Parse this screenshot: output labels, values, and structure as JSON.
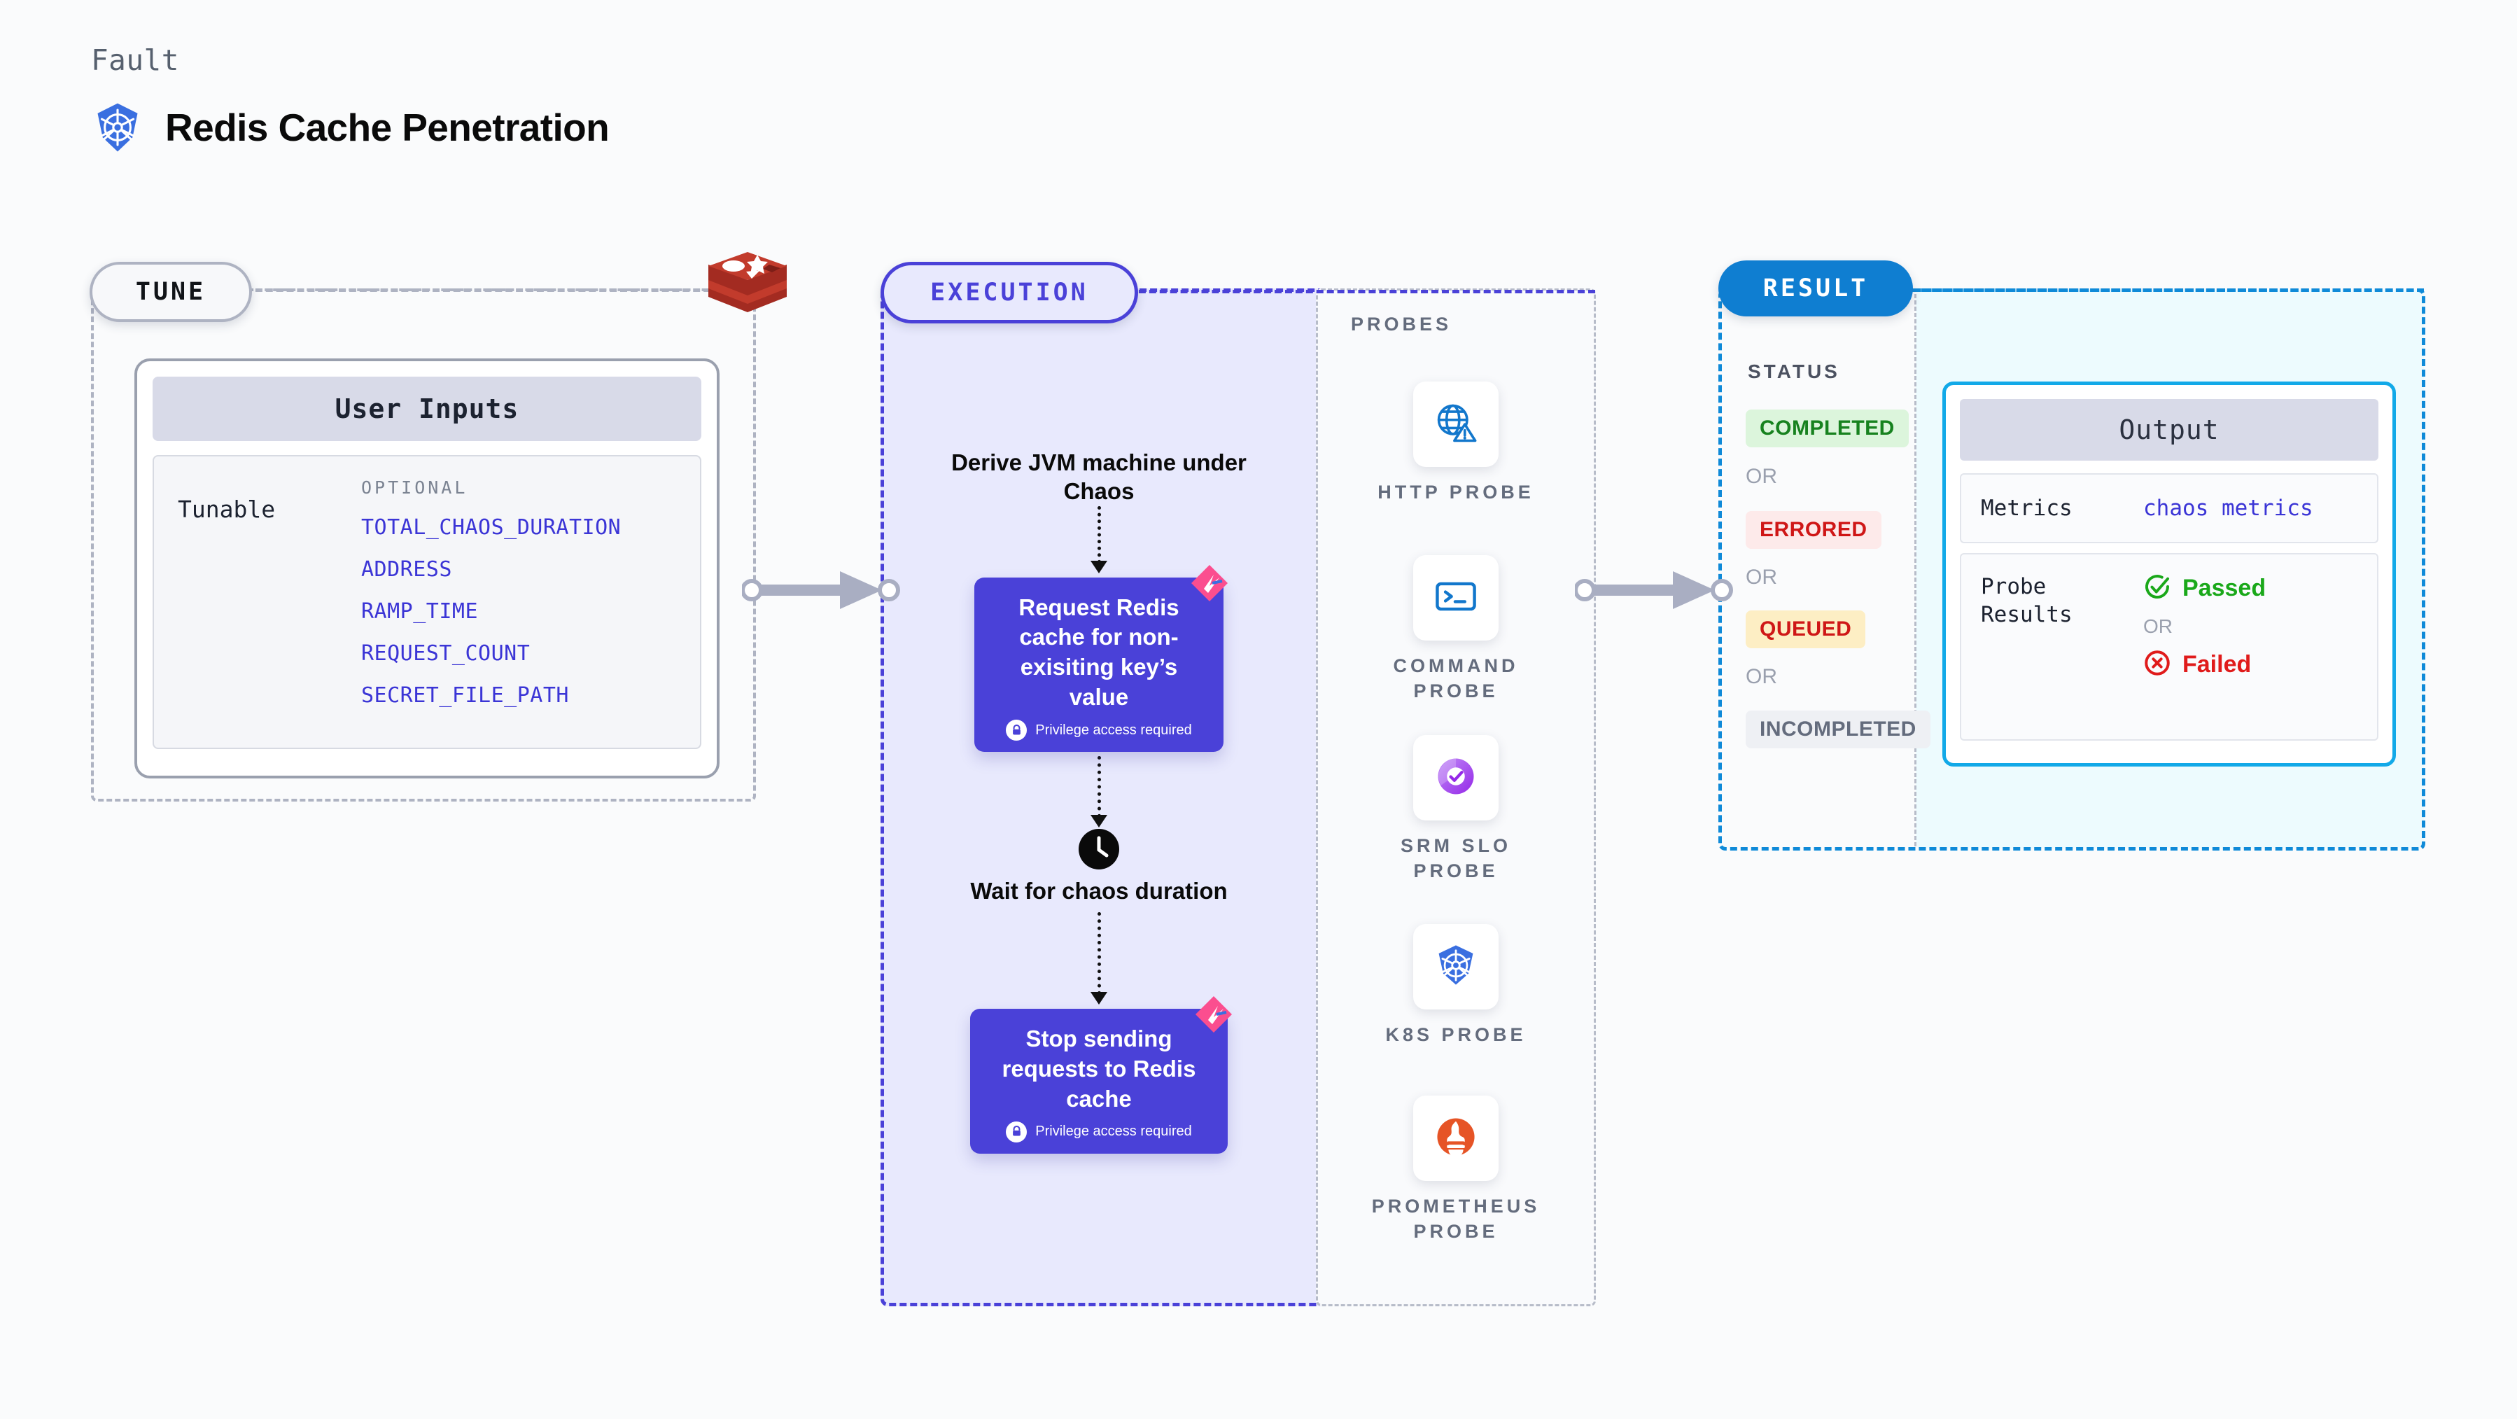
{
  "header": {
    "eyebrow": "Fault",
    "title": "Redis Cache Penetration",
    "logo_icon": "kubernetes-icon"
  },
  "tune": {
    "pill_label": "TUNE",
    "source_logo_icon": "redis-icon",
    "card": {
      "header": "User Inputs",
      "group_label": "Tunable",
      "optional_label": "OPTIONAL",
      "items": [
        "TOTAL_CHAOS_DURATION",
        "ADDRESS",
        "RAMP_TIME",
        "REQUEST_COUNT",
        "SECRET_FILE_PATH"
      ]
    }
  },
  "execution": {
    "pill_label": "EXECUTION",
    "steps": [
      {
        "kind": "text",
        "label": "Derive JVM machine under Chaos"
      },
      {
        "kind": "action",
        "label": "Request Redis cache for non-exisiting key’s value",
        "privilege_note": "Privilege access required",
        "lock_icon": "lock-icon",
        "badge_icon": "chaos-badge-icon"
      },
      {
        "kind": "wait",
        "label": "Wait for chaos duration",
        "icon": "clock-icon"
      },
      {
        "kind": "action",
        "label": "Stop sending requests to Redis cache",
        "privilege_note": "Privilege access required",
        "lock_icon": "lock-icon",
        "badge_icon": "chaos-badge-icon"
      }
    ]
  },
  "probes": {
    "title": "PROBES",
    "items": [
      {
        "label": "HTTP PROBE",
        "icon": "http-probe-icon"
      },
      {
        "label": "COMMAND PROBE",
        "icon": "command-probe-icon"
      },
      {
        "label": "SRM SLO PROBE",
        "icon": "srm-slo-probe-icon"
      },
      {
        "label": "K8S PROBE",
        "icon": "k8s-probe-icon"
      },
      {
        "label": "PROMETHEUS PROBE",
        "icon": "prometheus-probe-icon"
      }
    ]
  },
  "result": {
    "pill_label": "RESULT",
    "status_title": "STATUS",
    "or_label": "OR",
    "statuses": [
      {
        "label": "COMPLETED",
        "text_color": "#17821f",
        "bg_color": "#dcf5dc"
      },
      {
        "label": "ERRORED",
        "text_color": "#cf1717",
        "bg_color": "#fdeaea"
      },
      {
        "label": "QUEUED",
        "text_color": "#cf1717",
        "bg_color": "#fdeec4"
      },
      {
        "label": "INCOMPLETED",
        "text_color": "#646c7d",
        "bg_color": "#eef0f4"
      }
    ],
    "output": {
      "header": "Output",
      "metrics_key": "Metrics",
      "metrics_value": "chaos metrics",
      "probe_results_key": "Probe Results",
      "passed_label": "Passed",
      "passed_icon": "check-circle-icon",
      "passed_color": "#1aa81a",
      "or_label": "OR",
      "failed_label": "Failed",
      "failed_icon": "x-circle-icon",
      "failed_color": "#e01b1b"
    }
  },
  "colors": {
    "accent_purple": "#4a41d8",
    "accent_blue": "#0f7ed1",
    "accent_cyan": "#12a9e8",
    "redis_red": "#a32b21",
    "chaos_pink": "#fb4e8f"
  }
}
